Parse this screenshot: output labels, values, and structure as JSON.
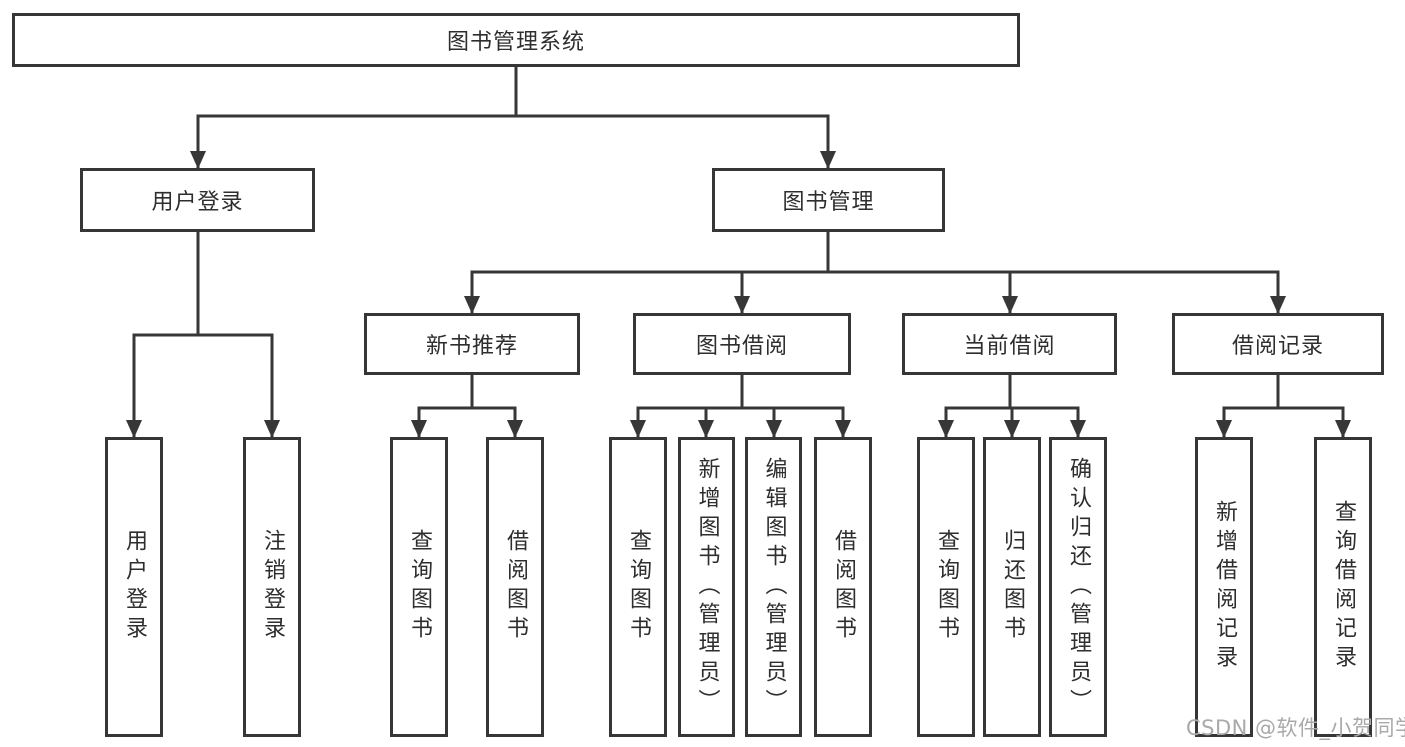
{
  "diagram": {
    "root_label": "图书管理系统",
    "user_branch": {
      "label": "用户登录",
      "children": [
        {
          "label": "用户登录"
        },
        {
          "label": "注销登录"
        }
      ]
    },
    "book_branch": {
      "label": "图书管理",
      "groups": [
        {
          "label": "新书推荐",
          "children": [
            {
              "label": "查询图书"
            },
            {
              "label": "借阅图书"
            }
          ]
        },
        {
          "label": "图书借阅",
          "children": [
            {
              "label": "查询图书"
            },
            {
              "label": "新增图书（管理员）"
            },
            {
              "label": "编辑图书（管理员）"
            },
            {
              "label": "借阅图书"
            }
          ]
        },
        {
          "label": "当前借阅",
          "children": [
            {
              "label": "查询图书"
            },
            {
              "label": "归还图书"
            },
            {
              "label": "确认归还（管理员）"
            }
          ]
        },
        {
          "label": "借阅记录",
          "children": [
            {
              "label": "新增借阅记录"
            },
            {
              "label": "查询借阅记录"
            }
          ]
        }
      ]
    },
    "watermark": "CSDN @软件_小贺同学",
    "colors": {
      "line": "#373737",
      "text": "#2e2e2e",
      "watermark": "#a9a9a9",
      "background": "#ffffff"
    }
  }
}
